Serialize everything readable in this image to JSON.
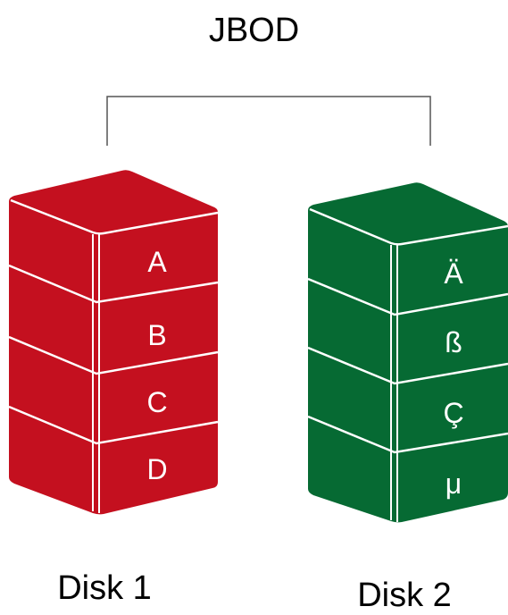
{
  "title": "JBOD",
  "colors": {
    "disk1": "#c4101f",
    "disk2": "#066a33",
    "line": "#555555"
  },
  "disks": [
    {
      "label": "Disk 1",
      "blocks": [
        "A",
        "B",
        "C",
        "D"
      ]
    },
    {
      "label": "Disk 2",
      "blocks": [
        "Ä",
        "ß",
        "Ç",
        "μ"
      ]
    }
  ]
}
